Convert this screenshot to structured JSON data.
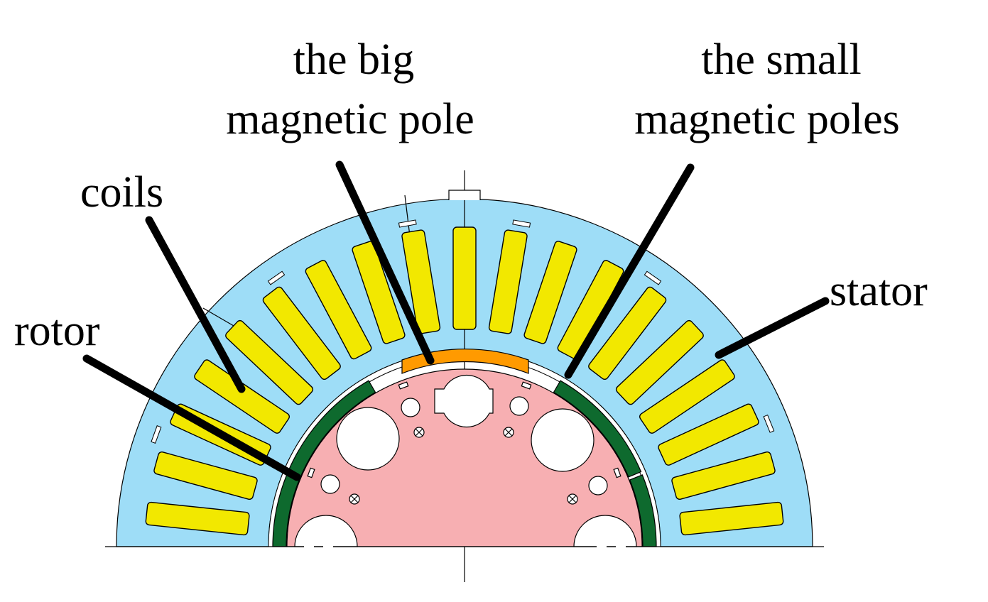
{
  "labels": {
    "big_pole_line1": "the big",
    "big_pole_line2": "magnetic pole",
    "small_poles_line1": "the small",
    "small_poles_line2": "magnetic poles",
    "coils": "coils",
    "stator": "stator",
    "rotor": "rotor"
  },
  "colors": {
    "stator": "#9EDDF7",
    "coil": "#F2E800",
    "rotor": "#F7AFB2",
    "small_pole": "#0E6A2E",
    "big_pole": "#FF9A00",
    "outline": "#000000",
    "background": "#FFFFFF"
  },
  "structure": {
    "coil_count": 19
  }
}
